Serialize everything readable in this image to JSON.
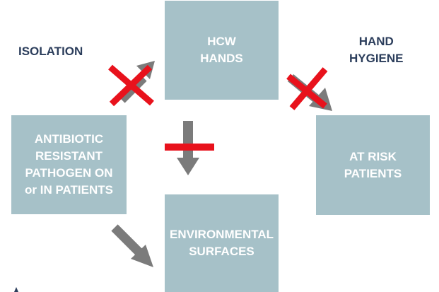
{
  "nodes": {
    "hcw_hands": "HCW\nHANDS",
    "patients_pathogen": "ANTIBIOTIC\nRESISTANT\nPATHOGEN ON\nor IN PATIENTS",
    "at_risk": "AT RISK\nPATIENTS",
    "environmental": "ENVIRONMENTAL\nSURFACES"
  },
  "labels": {
    "isolation": "ISOLATION",
    "hand_hygiene": "HAND\nHYGIENE"
  },
  "colors": {
    "box_fill": "#a6c1c8",
    "box_text": "#ffffff",
    "arrow": "#7b7b7b",
    "cross": "#e8121c",
    "label_text": "#2c3e5c"
  }
}
